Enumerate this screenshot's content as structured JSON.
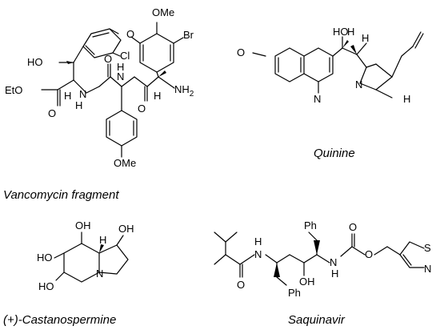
{
  "captions": {
    "vancomycin": "Vancomycin fragment",
    "quinine": "Quinine",
    "castanospermine": "(+)-Castanospermine",
    "saquinavir": "Saquinavir"
  },
  "atoms": {
    "vancomycin": {
      "ome_top": "OMe",
      "o_ether": "O",
      "br": "Br",
      "cl": "Cl",
      "ho": "HO",
      "eto": "EtO",
      "o_ester": "O",
      "h_alpha1": "H",
      "n_h_1": "N",
      "h_n1": "H",
      "o_amide1": "O",
      "n_h_2": "N",
      "h_n2": "H",
      "o_amide2": "O",
      "h_alpha3": "H",
      "nh2": "NH",
      "nh2_sub": "2",
      "ome_bottom": "OMe"
    },
    "quinine": {
      "o_methoxy": "O",
      "ho": "HO",
      "h1": "H",
      "h2": "H",
      "n_bridge": "N",
      "h3": "H",
      "n_quin": "N"
    },
    "castanospermine": {
      "oh_top1": "OH",
      "oh_top2": "OH",
      "ho_left": "HO",
      "h_bridge": "H",
      "n": "N",
      "ho_bottom": "HO"
    },
    "saquinavir": {
      "ph_top": "Ph",
      "o_carb": "O",
      "h_left": "H",
      "n_left": "N",
      "o_amide": "O",
      "oh": "OH",
      "n_right": "N",
      "h_right": "H",
      "o_link": "O",
      "s": "S",
      "n_thz": "N",
      "ph_bottom": "Ph"
    }
  }
}
